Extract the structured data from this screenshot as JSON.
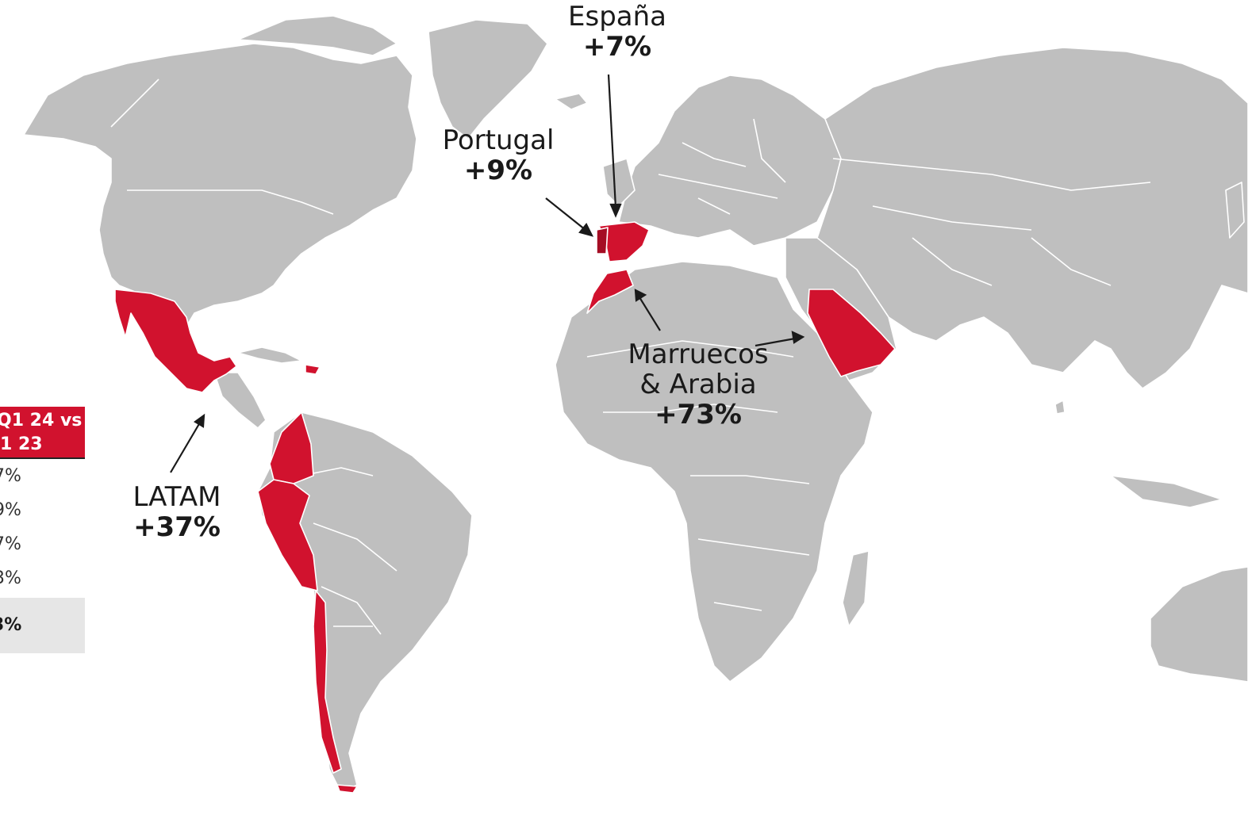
{
  "colors": {
    "land": "#bfbfbf",
    "highlight": "#d1122e",
    "text": "#1a1a1a"
  },
  "labels": {
    "espana": {
      "name": "España",
      "pct": "+7%"
    },
    "portugal": {
      "name": "Portugal",
      "pct": "+9%"
    },
    "marruecos_arabia": {
      "name_line1": "Marruecos",
      "name_line2": "& Arabia",
      "pct": "+73%"
    },
    "latam": {
      "name": "LATAM",
      "pct": "+37%"
    }
  },
  "table": {
    "header_line1": "Q1 24 vs",
    "header_line2": "1 23",
    "rows": [
      "7%",
      "9%",
      "7%",
      "3%"
    ],
    "total": "3%"
  }
}
